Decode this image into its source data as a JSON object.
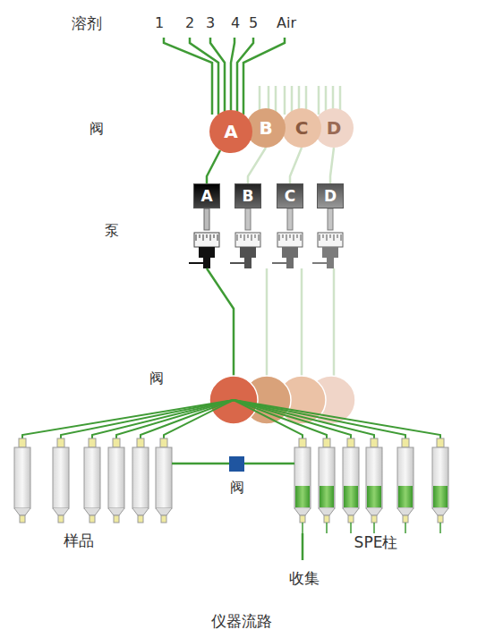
{
  "diagram": {
    "caption": "仪器流路",
    "nodes": [
      {
        "text": [
          "A"
        ]
      },
      {
        "text": [
          "B"
        ]
      },
      {
        "text": [
          "C"
        ]
      },
      {
        "text": [
          "D"
        ]
      },
      {
        "text": [
          "A"
        ]
      },
      {
        "text": [
          "B"
        ]
      },
      {
        "text": [
          "C"
        ]
      },
      {
        "text": [
          "D"
        ]
      }
    ],
    "edges": [
      {
        "from": 0,
        "to": 4,
        "arrow": "none"
      },
      {
        "from": 1,
        "to": 5,
        "arrow": "none"
      },
      {
        "from": 2,
        "to": 6,
        "arrow": "none"
      },
      {
        "from": 3,
        "to": 7,
        "arrow": "none"
      }
    ],
    "labels": [
      "溶剂",
      "1",
      "2",
      "3",
      "4",
      "5",
      "Air",
      "阀",
      "泵",
      "阀",
      "阀",
      "样品",
      "SPE柱",
      "收集"
    ]
  }
}
